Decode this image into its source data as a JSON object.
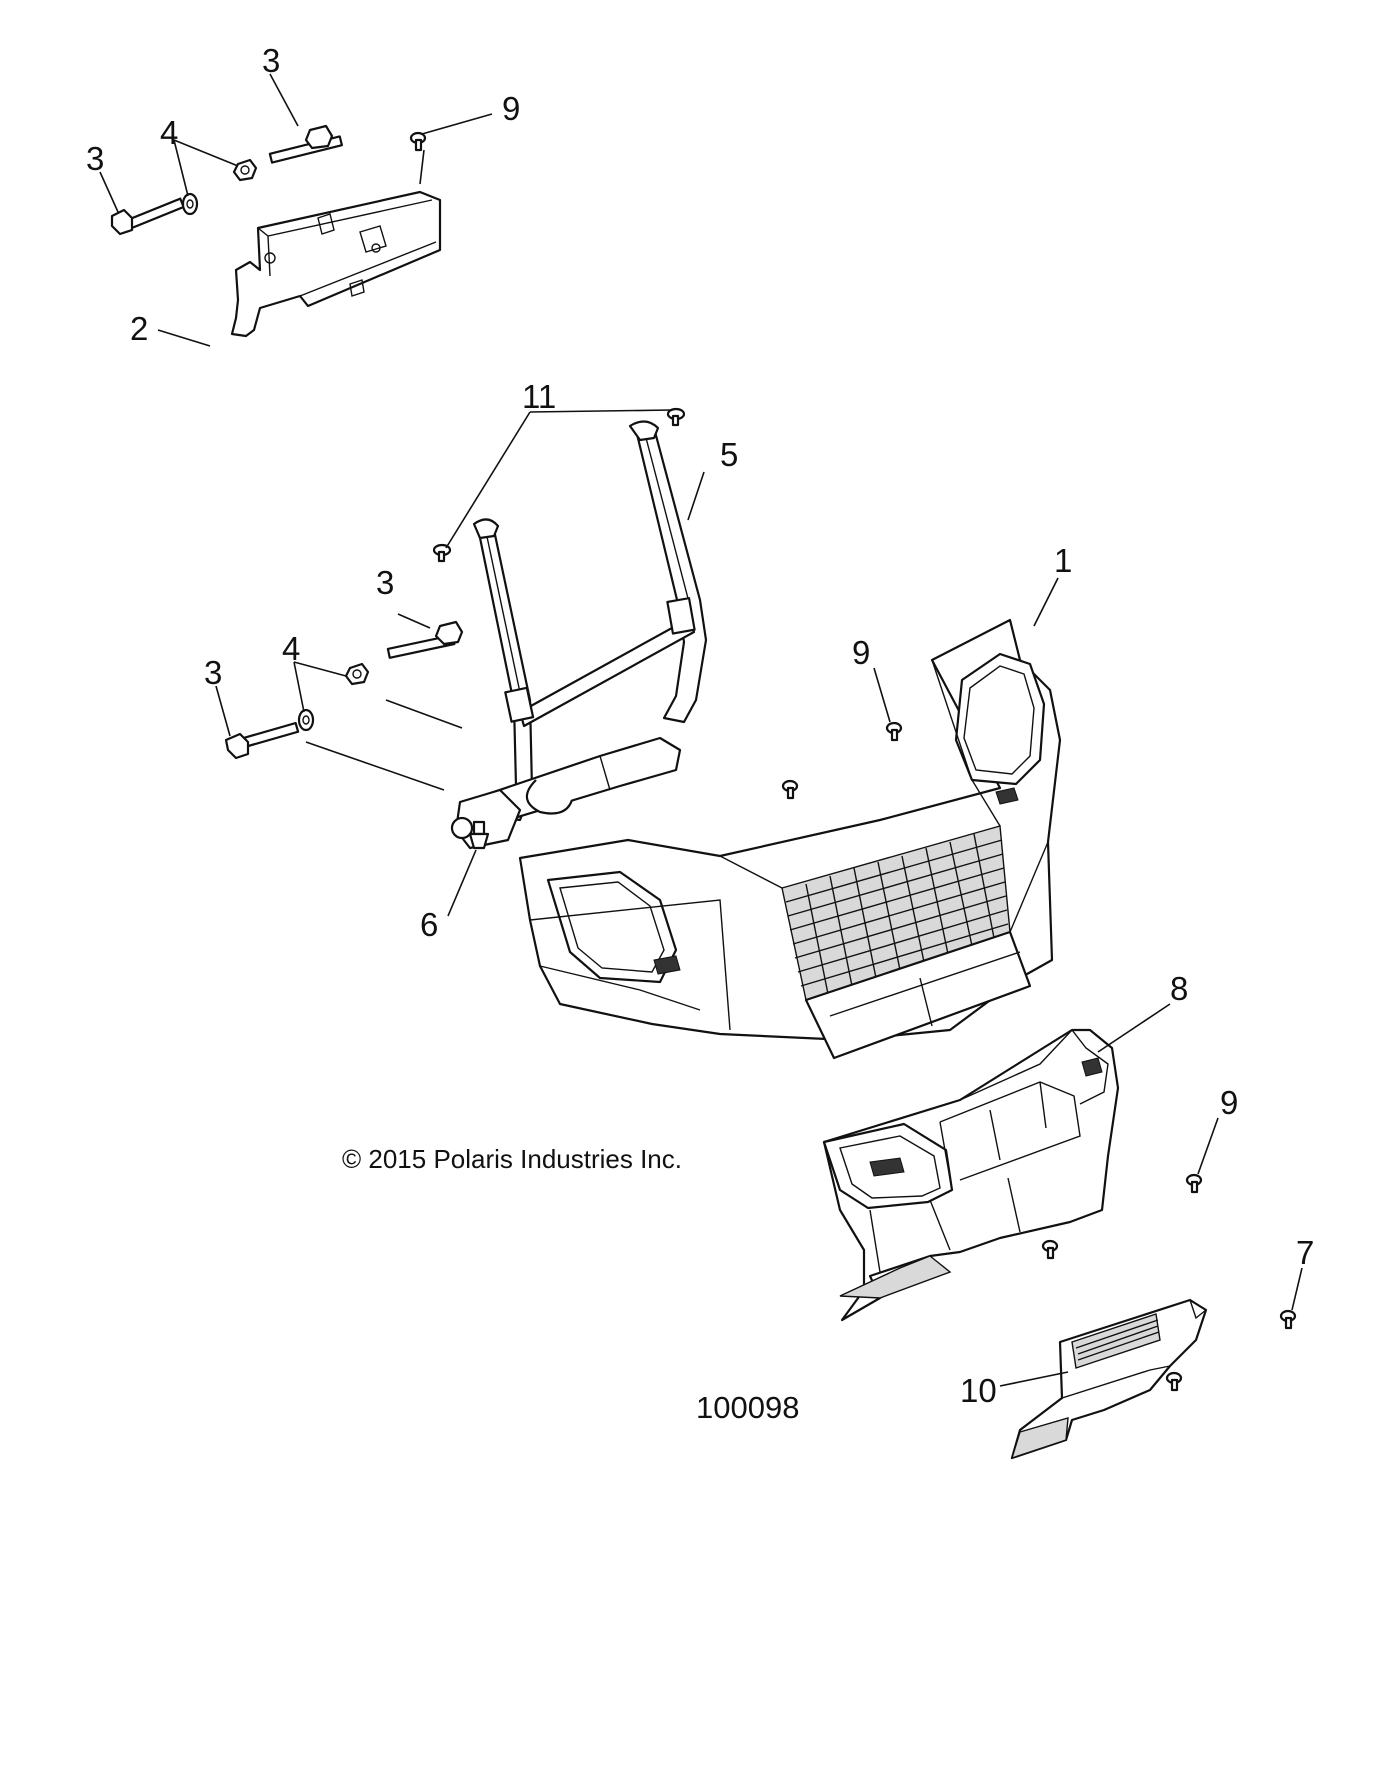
{
  "diagram": {
    "copyright": "© 2015 Polaris Industries Inc.",
    "figure_number": "100098",
    "callouts": [
      {
        "id": "c-3a",
        "label": "3"
      },
      {
        "id": "c-9a",
        "label": "9"
      },
      {
        "id": "c-4a",
        "label": "4"
      },
      {
        "id": "c-3b",
        "label": "3"
      },
      {
        "id": "c-2",
        "label": "2"
      },
      {
        "id": "c-11",
        "label": "11"
      },
      {
        "id": "c-5",
        "label": "5"
      },
      {
        "id": "c-1",
        "label": "1"
      },
      {
        "id": "c-3c",
        "label": "3"
      },
      {
        "id": "c-9b",
        "label": "9"
      },
      {
        "id": "c-4b",
        "label": "4"
      },
      {
        "id": "c-3d",
        "label": "3"
      },
      {
        "id": "c-6",
        "label": "6"
      },
      {
        "id": "c-8",
        "label": "8"
      },
      {
        "id": "c-9c",
        "label": "9"
      },
      {
        "id": "c-7",
        "label": "7"
      },
      {
        "id": "c-10",
        "label": "10"
      }
    ]
  }
}
